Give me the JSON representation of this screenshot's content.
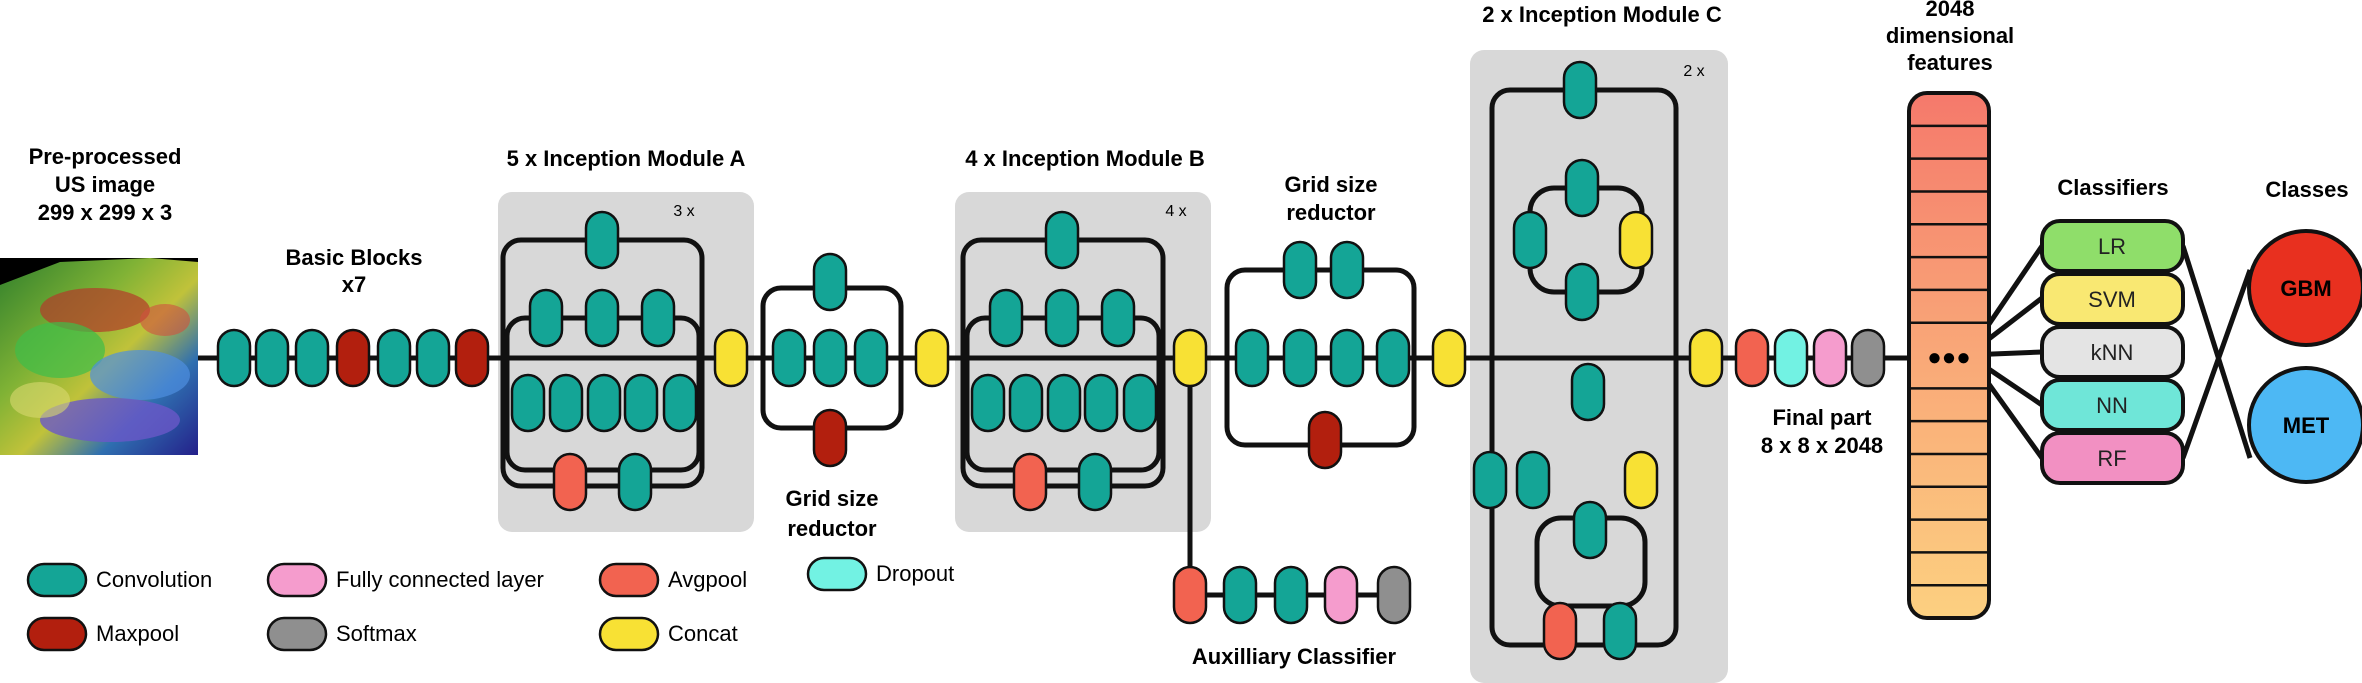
{
  "input": {
    "title_lines": [
      "Pre-processed",
      "US image",
      "299 x 299 x 3"
    ]
  },
  "stages": {
    "basic_blocks": [
      "Basic Blocks",
      "x7"
    ],
    "module_a": {
      "title": "5 x Inception Module A",
      "repeat": "3 x"
    },
    "module_b": {
      "title": "4 x Inception Module B",
      "repeat": "4 x"
    },
    "module_c": {
      "title": "2 x Inception Module C",
      "repeat": "2 x"
    },
    "reductor_1": [
      "Grid size",
      "reductor"
    ],
    "reductor_2": [
      "Grid size",
      "reductor"
    ],
    "auxiliary": "Auxilliary Classifier",
    "final_part": [
      "Final part",
      "8 x 8 x 2048"
    ]
  },
  "features": {
    "title_lines": [
      "2048",
      "dimensional",
      "features"
    ],
    "ellipsis": "●●●"
  },
  "classifiers": {
    "title": "Classifiers",
    "items": [
      {
        "label": "LR",
        "color": "#8fde6a"
      },
      {
        "label": "SVM",
        "color": "#f9e872"
      },
      {
        "label": "kNN",
        "color": "#e4e4e4"
      },
      {
        "label": "NN",
        "color": "#6fe6d8"
      },
      {
        "label": "RF",
        "color": "#f290c2"
      }
    ]
  },
  "classes": {
    "title": "Classes",
    "items": [
      {
        "label": "GBM",
        "color": "#e8301f"
      },
      {
        "label": "MET",
        "color": "#4db8f4"
      }
    ]
  },
  "legend": [
    {
      "label": "Convolution",
      "color": "#14a596"
    },
    {
      "label": "Fully connected layer",
      "color": "#f59ccd"
    },
    {
      "label": "Avgpool",
      "color": "#f26350"
    },
    {
      "label": "Dropout",
      "color": "#72f2e3"
    },
    {
      "label": "Maxpool",
      "color": "#b21f0e"
    },
    {
      "label": "Softmax",
      "color": "#8f8f8f"
    },
    {
      "label": "Concat",
      "color": "#f8e134"
    }
  ],
  "colors": {
    "conv": "#14a596",
    "maxpool": "#b21f0e",
    "avgpool": "#f26350",
    "dropout": "#72f2e3",
    "fc": "#f59ccd",
    "softmax": "#8f8f8f",
    "concat": "#f8e134",
    "module_bg": "#d8d8d8"
  }
}
